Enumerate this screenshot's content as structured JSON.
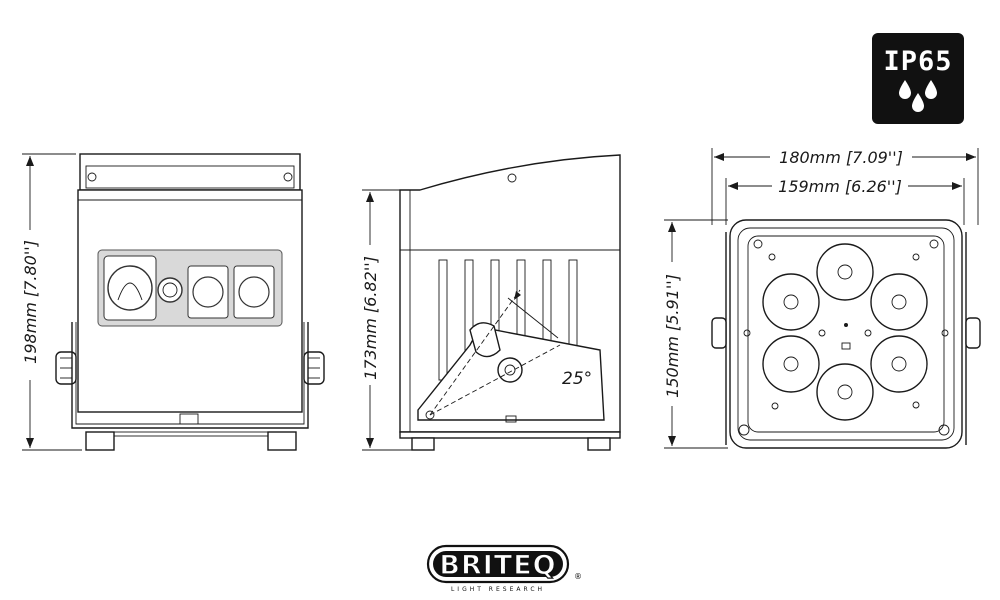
{
  "badge": {
    "rating": "IP65",
    "icon": "water-drops-icon",
    "background": "#111111"
  },
  "dimensions": {
    "front_height": "198mm [7.80'']",
    "side_height": "173mm [6.82'']",
    "angle": "25°",
    "rear_outer_width": "180mm [7.09'']",
    "rear_inner_width": "159mm [6.26'']",
    "rear_height": "150mm [5.91'']"
  },
  "logo": {
    "wordmark": "BRITEQ",
    "tagline": "LIGHT RESEARCH",
    "registered": "®"
  },
  "colors": {
    "line": "#1a1a1a",
    "panel": "#d9d9d9"
  }
}
